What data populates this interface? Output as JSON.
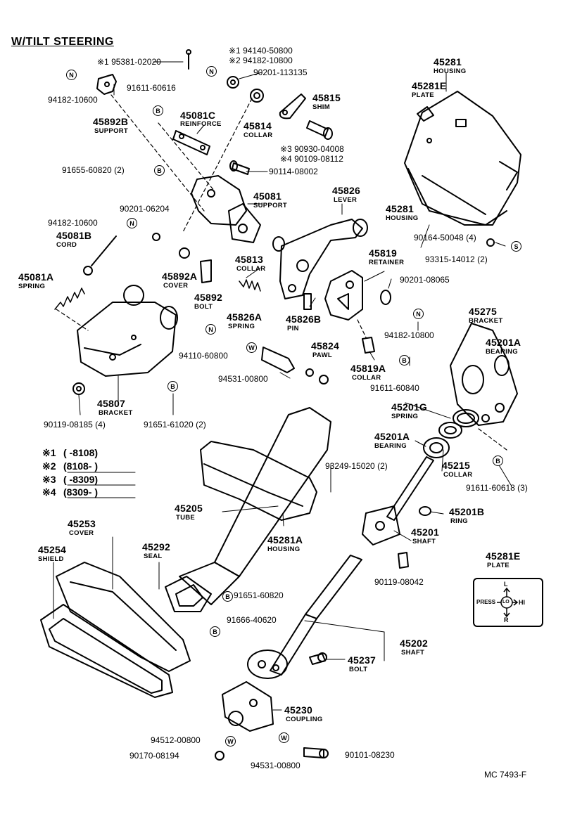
{
  "title": "W/TILT STEERING",
  "diagram_code": "MC  7493-F",
  "legend": [
    {
      "mark": "※1",
      "range": "(        -8108)"
    },
    {
      "mark": "※2",
      "range": "(8108-        )"
    },
    {
      "mark": "※3",
      "range": "(        -8309)"
    },
    {
      "mark": "※4",
      "range": "(8309-        )"
    }
  ],
  "badges": {
    "N": "N",
    "B": "B",
    "S": "S",
    "W": "W"
  },
  "labels": {
    "p95381": "※1 95381-02020",
    "p94140": "※1 94140-50800",
    "p94182b": "※2 94182-10800",
    "p90201a": "90201-113135",
    "p94182a": "94182-10600",
    "p91611a": "91611-60616",
    "p45892b": "45892B",
    "p45892b_n": "SUPPORT",
    "p45081c": "45081C",
    "p45081c_n": "REINFORCE",
    "p45814": "45814",
    "p45814_n": "COLLAR",
    "p45815": "45815",
    "p45815_n": "SHIM",
    "p90930": "※3 90930-04008",
    "p90109": "※4 90109-08112",
    "p91655": "91655-60820 (2)",
    "p90114": "90114-08002",
    "p45081": "45081",
    "p45081_n": "SUPPORT",
    "p45826": "45826",
    "p45826_n": "LEVER",
    "p90201b": "90201-06204",
    "p94182c": "94182-10600",
    "p45081b": "45081B",
    "p45081b_n": "CORD",
    "p45281": "45281",
    "p45281_n": "HOUSING",
    "p45281e": "45281E",
    "p45281e_n": "PLATE",
    "p45281b": "45281",
    "p45281b_n": "HOUSING",
    "p90164": "90164-50048 (4)",
    "p93315": "93315-14012 (2)",
    "p45813": "45813",
    "p45813_n": "COLLAR",
    "p45819": "45819",
    "p45819_n": "RETAINER",
    "p45081a": "45081A",
    "p45081a_n": "SPRING",
    "p45892a": "45892A",
    "p45892a_n": "COVER",
    "p45892": "45892",
    "p45892_n": "BOLT",
    "p45826a": "45826A",
    "p45826a_n": "SPRING",
    "p45826b": "45826B",
    "p45826b_n": "PIN",
    "p90201c": "90201-08065",
    "p94182d": "94182-10800",
    "p45275": "45275",
    "p45275_n": "BRACKET",
    "p45201a": "45201A",
    "p45201a_n": "BEARING",
    "p94110": "94110-60800",
    "p45824": "45824",
    "p45824_n": "PAWL",
    "p45819a": "45819A",
    "p45819a_n": "COLLAR",
    "p94531a": "94531-00800",
    "p45807": "45807",
    "p45807_n": "BRACKET",
    "p90119a": "90119-08185 (4)",
    "p91651a": "91651-61020 (2)",
    "p91611b": "91611-60840",
    "p45201g": "45201G",
    "p45201g_n": "SPRING",
    "p45201a2": "45201A",
    "p45201a2_n": "BEARING",
    "p93249": "93249-15020 (2)",
    "p45215": "45215",
    "p45215_n": "COLLAR",
    "p91611c": "91611-60618 (3)",
    "p45205": "45205",
    "p45205_n": "TUBE",
    "p45201b": "45201B",
    "p45201b_n": "RING",
    "p45281a": "45281A",
    "p45281a_n": "HOUSING",
    "p45201": "45201",
    "p45201_n": "SHAFT",
    "p45253": "45253",
    "p45253_n": "COVER",
    "p45254": "45254",
    "p45254_n": "SHIELD",
    "p45292": "45292",
    "p45292_n": "SEAL",
    "p90119b": "90119-08042",
    "p45281e2": "45281E",
    "p45281e2_n": "PLATE",
    "p91651b": "91651-60820",
    "p91666": "91666-40620",
    "p45202": "45202",
    "p45202_n": "SHAFT",
    "p45237": "45237",
    "p45237_n": "BOLT",
    "p45230": "45230",
    "p45230_n": "COUPLING",
    "p94512": "94512-00800",
    "p90170": "90170-08194",
    "p94531b": "94531-00800",
    "p90101": "90101-08230"
  },
  "plate_marks": {
    "top": "L",
    "bottom": "R",
    "left": "PRESS",
    "right": "HI",
    "center": "LO"
  }
}
